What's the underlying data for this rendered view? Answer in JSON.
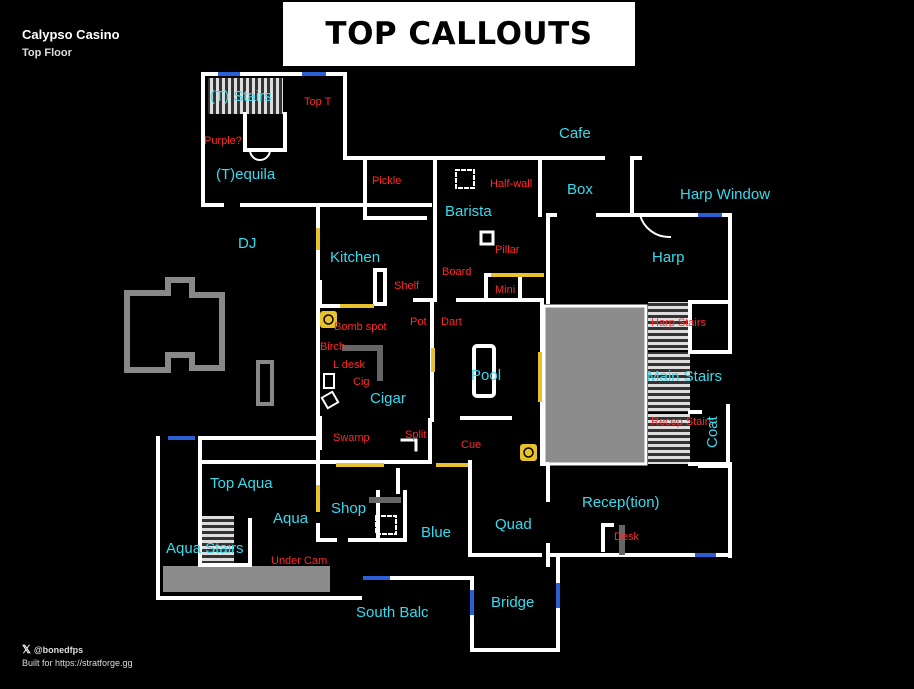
{
  "header": {
    "title": "TOP CALLOUTS"
  },
  "map_info": {
    "map_name": "Calypso Casino",
    "floor": "Top Floor"
  },
  "credits": {
    "handle": "@bonedfps",
    "built_for": "Built for https://stratforge.gg"
  },
  "colors": {
    "background": "#000000",
    "wall": "#ffffff",
    "room_label": "#35dcf0",
    "sub_label": "#ff2a2a",
    "door_yellow": "#e8c22a",
    "window_blue": "#2a5fd6",
    "stairs_fill": "#8c8c8c"
  },
  "callouts": {
    "t_stairs": "(T) Stairs",
    "top_t": "Top T",
    "purple": "Purple?",
    "cafe": "Cafe",
    "tequila": "(T)equila",
    "pickle": "Pickle",
    "half_wall": "Half-wall",
    "box": "Box",
    "harp_window": "Harp Window",
    "barista": "Barista",
    "dj": "DJ",
    "kitchen": "Kitchen",
    "pillar": "Pillar",
    "harp": "Harp",
    "board": "Board",
    "shelf": "Shelf",
    "mini": "Mini",
    "bomb_spot": "Bomb spot",
    "pot": "Pot",
    "dart": "Dart",
    "harp_stairs": "Harp Stairs",
    "birch": "Birch",
    "l_desk": "L desk",
    "cig": "Cig",
    "pool": "Pool",
    "main_stairs": "Main Stairs",
    "cigar": "Cigar",
    "recep_stairs": "Recep Stairs",
    "coat": "Coat",
    "swamp": "Swamp",
    "split": "Split",
    "cue": "Cue",
    "top_aqua": "Top Aqua",
    "aqua": "Aqua",
    "shop": "Shop",
    "blue": "Blue",
    "quad": "Quad",
    "reception": "Recep(tion)",
    "desk": "Desk",
    "aqua_stairs": "Aqua Stairs",
    "under_cam": "Under Cam",
    "south_balc": "South Balc",
    "bridge": "Bridge"
  }
}
